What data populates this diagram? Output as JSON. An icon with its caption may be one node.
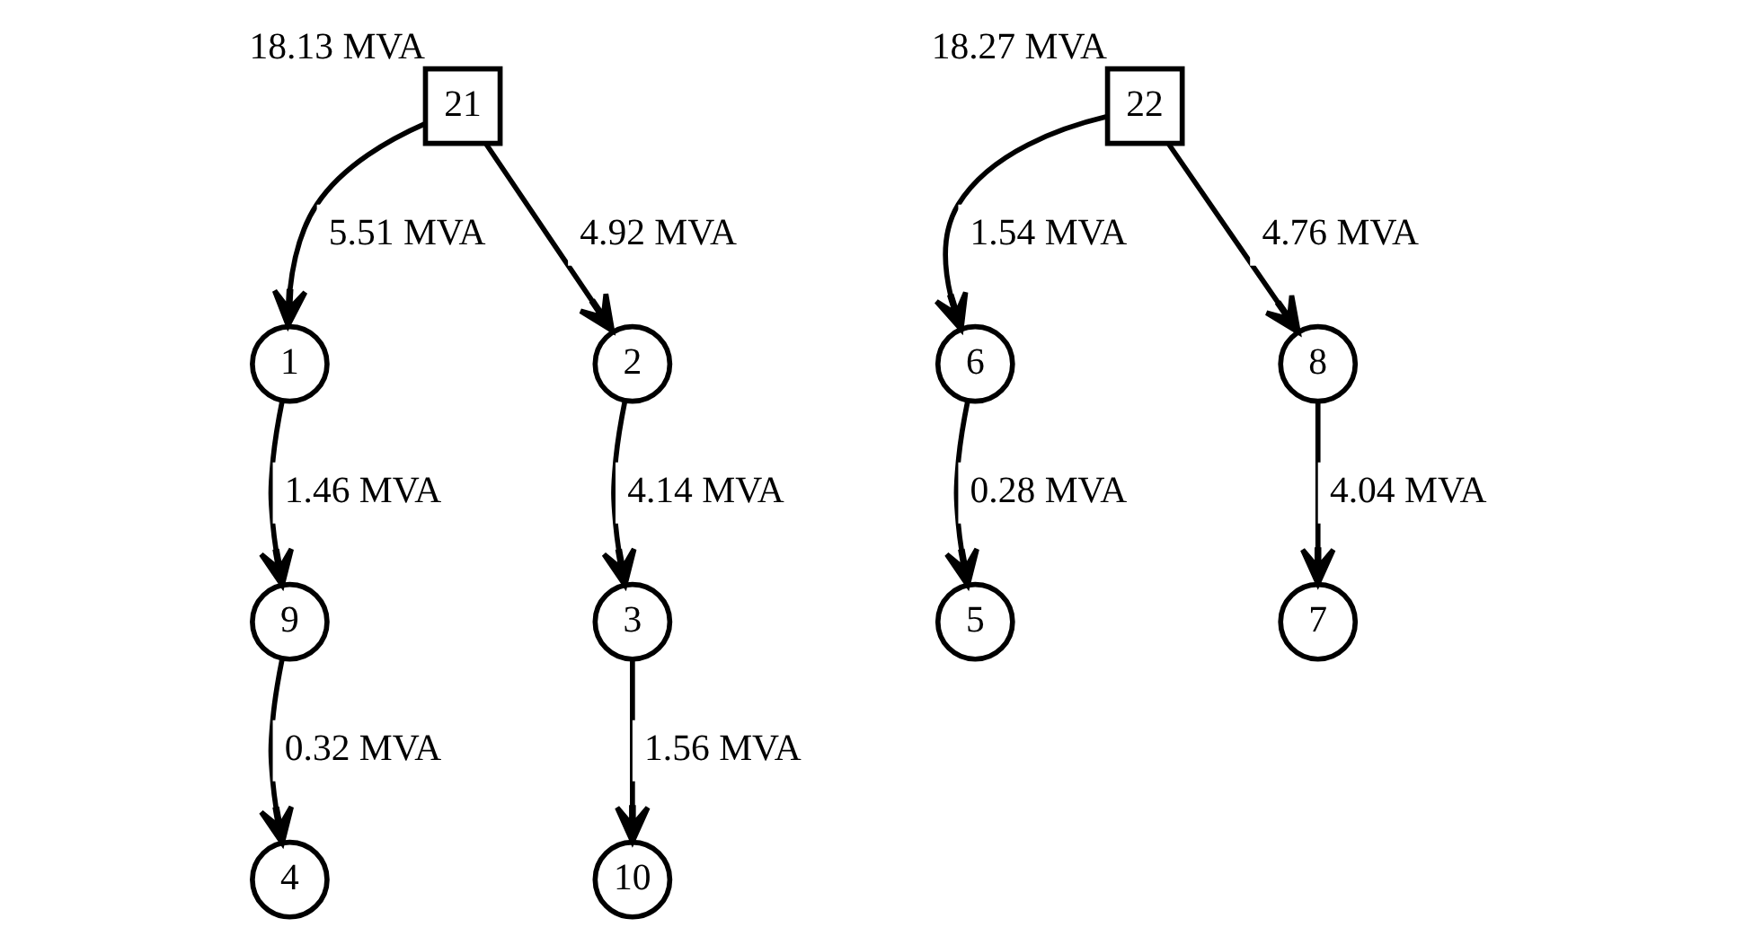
{
  "diagram": {
    "nodes": [
      {
        "text": [
          "21"
        ],
        "beside": [
          "18.13 MVA"
        ]
      },
      {
        "text": [
          "1"
        ]
      },
      {
        "text": [
          "2"
        ]
      },
      {
        "text": [
          "9"
        ]
      },
      {
        "text": [
          "3"
        ]
      },
      {
        "text": [
          "4"
        ]
      },
      {
        "text": [
          "5"
        ]
      },
      {
        "text": [
          "10"
        ]
      },
      {
        "text": [
          "7"
        ]
      },
      {
        "text": [
          "6"
        ]
      },
      {
        "text": [
          "8"
        ]
      },
      {
        "text": [
          "22"
        ],
        "beside": [
          "18.27 MVA"
        ]
      }
    ],
    "edges": [
      {
        "from": 0,
        "to": 1,
        "arrow": "to",
        "label": "5.51 MVA"
      },
      {
        "from": 0,
        "to": 2,
        "arrow": "to",
        "label": "4.92 MVA"
      },
      {
        "from": 1,
        "to": 3,
        "arrow": "to",
        "label": "1.46 MVA"
      },
      {
        "from": 2,
        "to": 4,
        "arrow": "to",
        "label": "4.14 MVA"
      },
      {
        "from": 3,
        "to": 5,
        "arrow": "to",
        "label": "0.32 MVA"
      },
      {
        "from": 4,
        "to": 7,
        "arrow": "to",
        "label": "1.56 MVA"
      },
      {
        "from": 9,
        "to": 6,
        "arrow": "to",
        "label": "0.28 MVA"
      },
      {
        "from": 10,
        "to": 8,
        "arrow": "to",
        "label": "4.04 MVA"
      },
      {
        "from": 11,
        "to": 9,
        "arrow": "to",
        "label": "1.54 MVA"
      },
      {
        "from": 11,
        "to": 10,
        "arrow": "to",
        "label": "4.76 MVA"
      }
    ]
  }
}
